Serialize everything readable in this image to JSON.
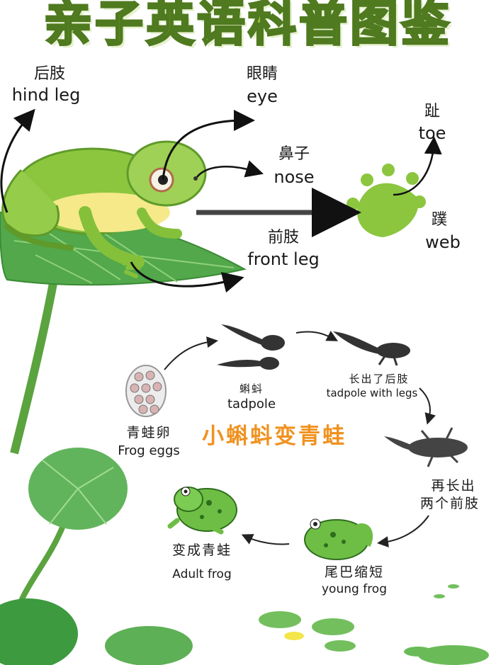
{
  "title": "亲子英语科普图鉴",
  "anatomy": {
    "hind_leg": {
      "zh": "后肢",
      "en": "hind leg"
    },
    "eye": {
      "zh": "眼睛",
      "en": "eye"
    },
    "nose": {
      "zh": "鼻子",
      "en": "nose"
    },
    "toe": {
      "zh": "趾",
      "en": "toe"
    },
    "web": {
      "zh": "蹼",
      "en": "web"
    },
    "front_leg": {
      "zh": "前肢",
      "en": "front leg"
    }
  },
  "lifecycle": {
    "title": "小蝌蚪变青蛙",
    "stages": [
      {
        "zh": "青蛙卵",
        "en": "Frog eggs"
      },
      {
        "zh": "蝌蚪",
        "en": "tadpole"
      },
      {
        "zh": "长出了后肢",
        "en": "tadpole with legs"
      },
      {
        "zh": "再长出两个前肢",
        "zh_line1": "再长出",
        "zh_line2": "两个前肢",
        "en": ""
      },
      {
        "zh": "尾巴缩短",
        "en": "young frog"
      },
      {
        "zh": "变成青蛙",
        "en": "Adult frog"
      }
    ]
  },
  "colors": {
    "frog_green": "#8cc63f",
    "leaf_green": "#5fb35a",
    "title_orange": "#f0921f",
    "arrow": "#111111"
  }
}
